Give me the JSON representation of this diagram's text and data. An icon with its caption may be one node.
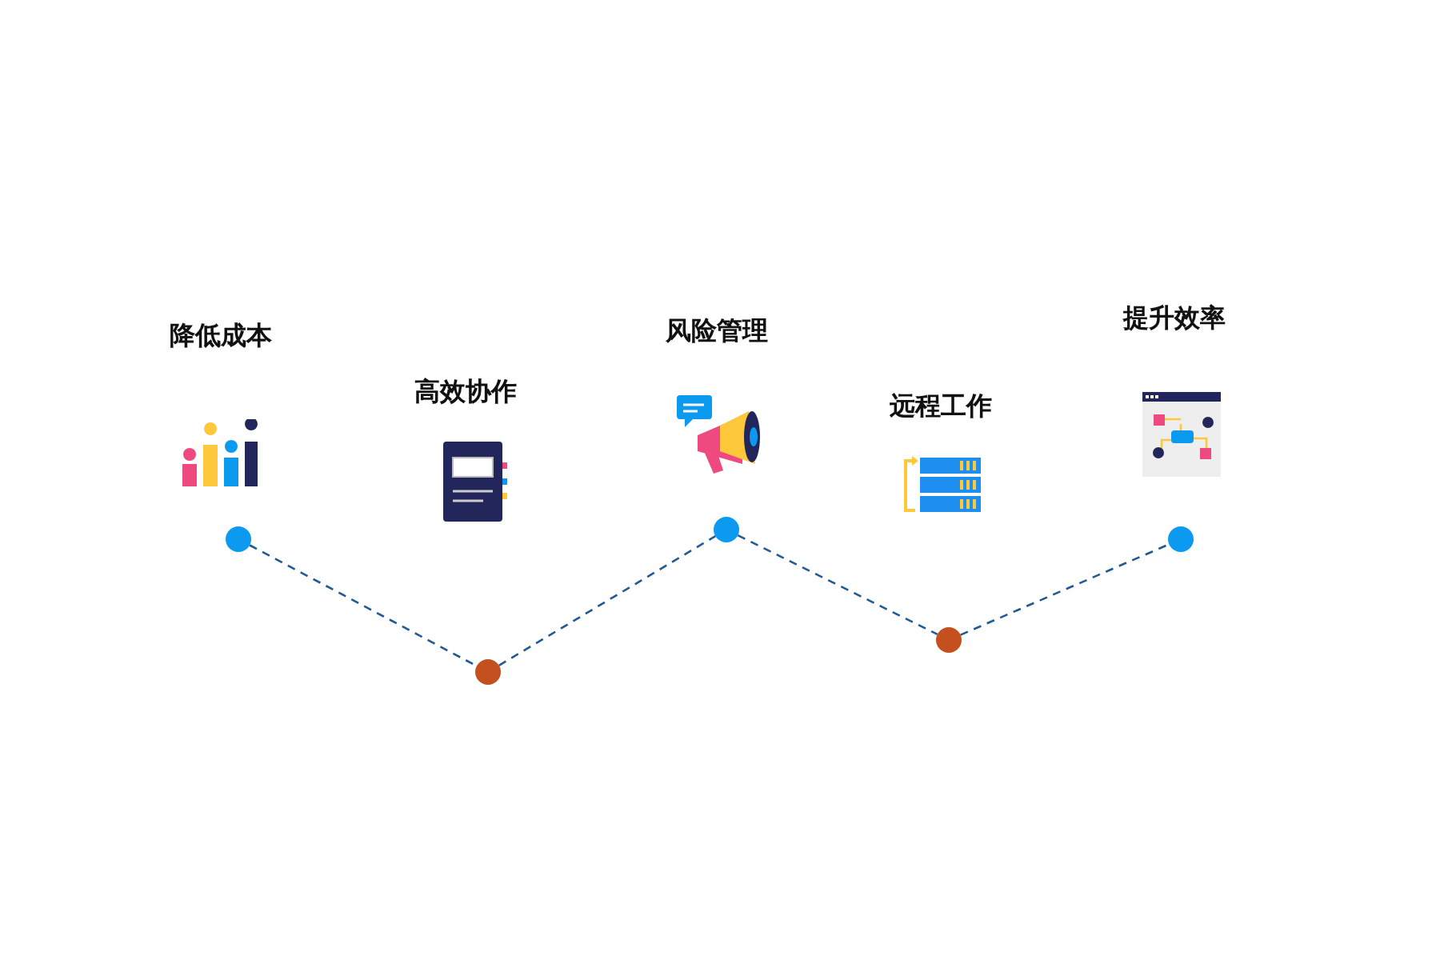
{
  "diagram": {
    "nodes": [
      {
        "text": [],
        "shape": "circle"
      },
      {
        "text": [],
        "shape": "circle"
      },
      {
        "text": [],
        "shape": "circle"
      },
      {
        "text": [],
        "shape": "circle"
      },
      {
        "text": [],
        "shape": "circle"
      }
    ],
    "edges": [
      {
        "from": 0,
        "to": 1,
        "arrow": "none",
        "style": "dashed"
      },
      {
        "from": 1,
        "to": 2,
        "arrow": "none",
        "style": "dashed"
      },
      {
        "from": 2,
        "to": 3,
        "arrow": "none",
        "style": "dashed"
      },
      {
        "from": 3,
        "to": 4,
        "arrow": "none",
        "style": "dashed"
      }
    ],
    "labels": [
      "降低成本",
      "高效协作",
      "风险管理",
      "远程工作",
      "提升效率"
    ]
  }
}
